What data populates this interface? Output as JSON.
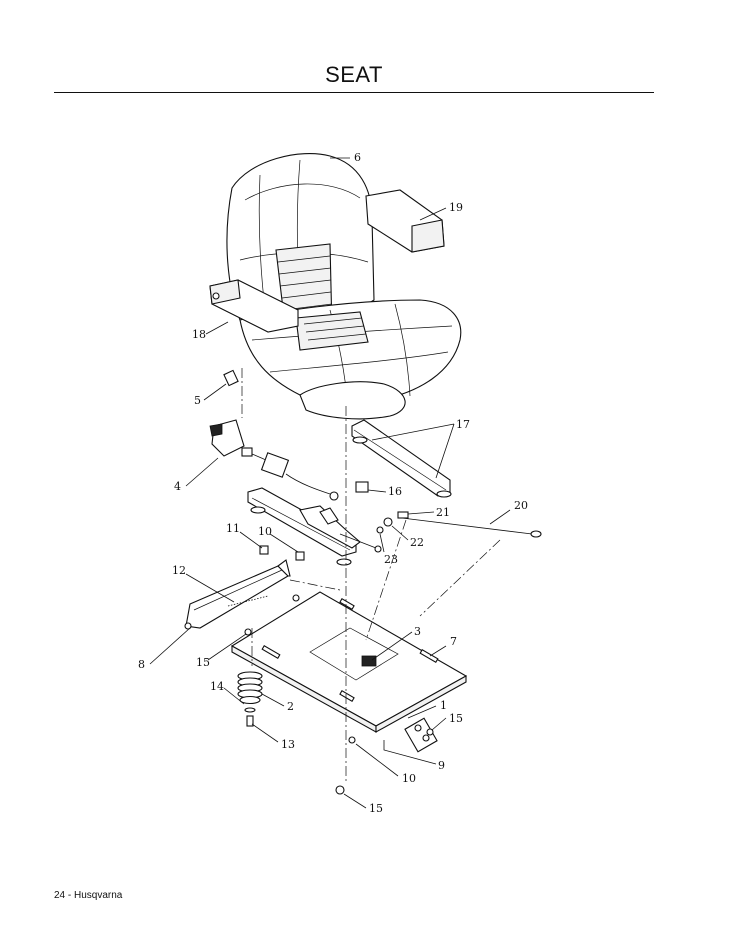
{
  "page": {
    "title": "SEAT",
    "footer": "24 - Husqvarna"
  },
  "callouts": [
    "6",
    "19",
    "18",
    "5",
    "17",
    "4",
    "16",
    "21",
    "20",
    "22",
    "23",
    "11",
    "10",
    "12",
    "3",
    "7",
    "8",
    "15",
    "14",
    "2",
    "1",
    "15",
    "13",
    "10",
    "9",
    "15"
  ]
}
